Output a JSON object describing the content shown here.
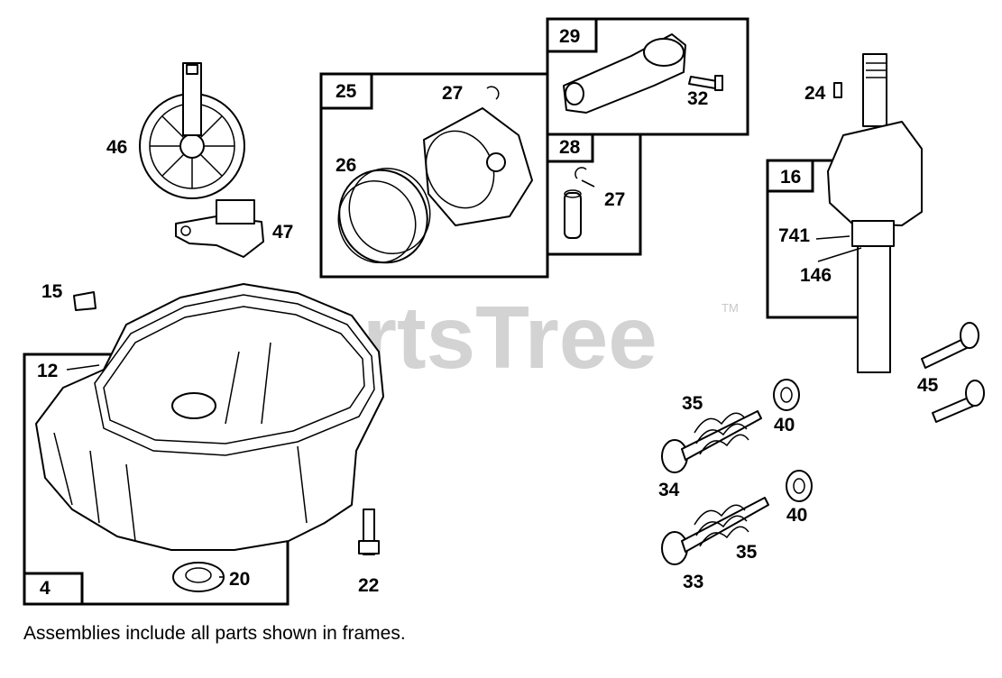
{
  "watermark": {
    "text": "PartsTree",
    "trademark": "TM"
  },
  "callouts": {
    "c4": "4",
    "c12": "12",
    "c15": "15",
    "c16": "16",
    "c20": "20",
    "c22": "22",
    "c24": "24",
    "c25": "25",
    "c26": "26",
    "c27a": "27",
    "c27b": "27",
    "c28": "28",
    "c29": "29",
    "c32": "32",
    "c33": "33",
    "c34": "34",
    "c35a": "35",
    "c35b": "35",
    "c40a": "40",
    "c40b": "40",
    "c45": "45",
    "c46": "46",
    "c47": "47",
    "c146": "146",
    "c741": "741"
  },
  "note": "Assemblies include all parts shown in frames."
}
